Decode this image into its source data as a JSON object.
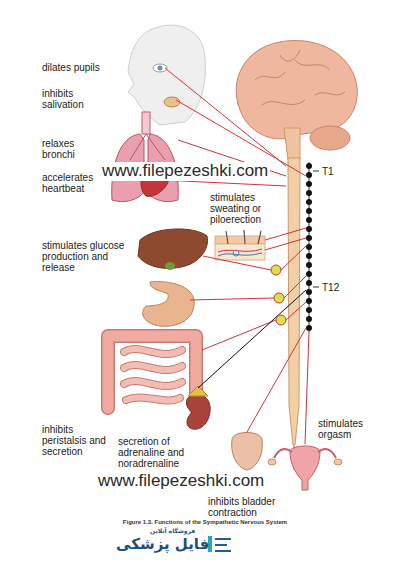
{
  "diagram": {
    "caption": "Figure 1.3. Functions of the Sympathetic Nervous System",
    "labels": [
      "dilates pupils",
      "inhibits salivation",
      "relaxes bronchi",
      "www.filepezeshki.com",
      "accelerates heartbeat",
      "stimulates sweating or piloerection",
      "T1",
      "stimulates glucose production and release",
      "T12",
      "inhibits peristalsis and secretion",
      "secretion of adrenaline and noradrenaline",
      "stimulates orgasm",
      "www.filepezeshki.com",
      "inhibits bladder contraction",
      "فروشگاه آنلاین",
      "فایل پزشکی"
    ]
  }
}
